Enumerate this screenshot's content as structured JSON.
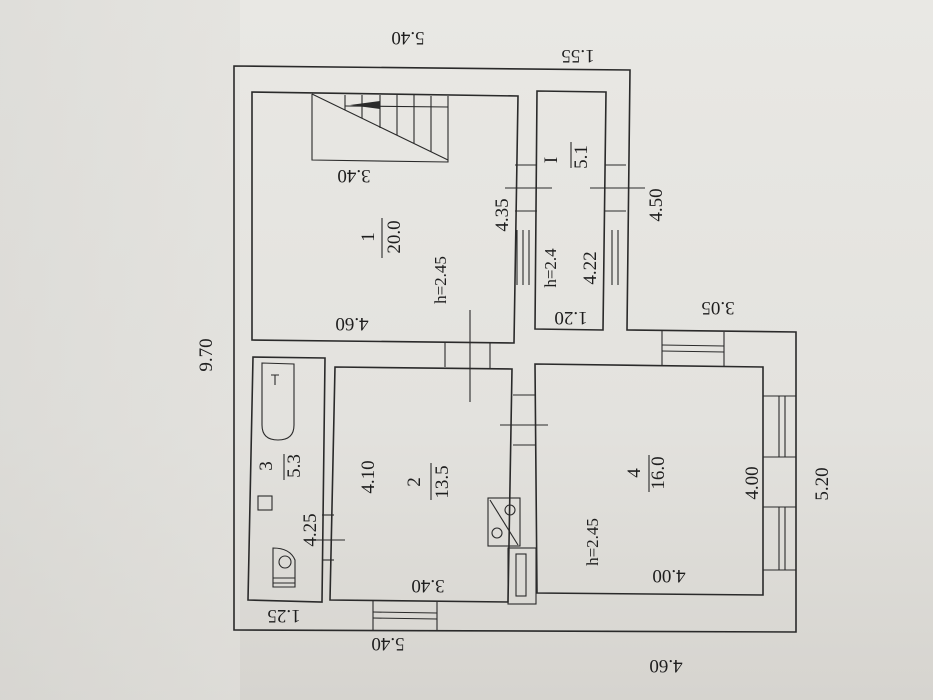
{
  "plan": {
    "outer_dimensions": {
      "top_left_width": "5.40",
      "top_right_width": "1.55",
      "left_length": "9.70",
      "bottom_width": "4.60",
      "bottom_left_width": "5.40",
      "right_step": "3.05",
      "right_upper": "4.50",
      "right_lower": "5.20",
      "bath_width": "1.25"
    },
    "rooms": [
      {
        "number": "1",
        "area": "20.0",
        "dim_a": "3.40",
        "dim_b": "4.60",
        "dim_c": "4.35",
        "height": "h=2.45"
      },
      {
        "number": "I",
        "area": "5.1",
        "dim_a": "4.22",
        "dim_b": "1.20",
        "height": "h=2.4"
      },
      {
        "number": "2",
        "area": "13.5",
        "dim_a": "4.10",
        "dim_b": "3.40"
      },
      {
        "number": "3",
        "area": "5.3",
        "dim_a": "4.25"
      },
      {
        "number": "4",
        "area": "16.0",
        "dim_a": "4.00",
        "dim_b": "4.00",
        "height": "h=2.45"
      }
    ]
  },
  "colors": {
    "line": "#2a2a2a",
    "paper": "#e6e5e1"
  }
}
